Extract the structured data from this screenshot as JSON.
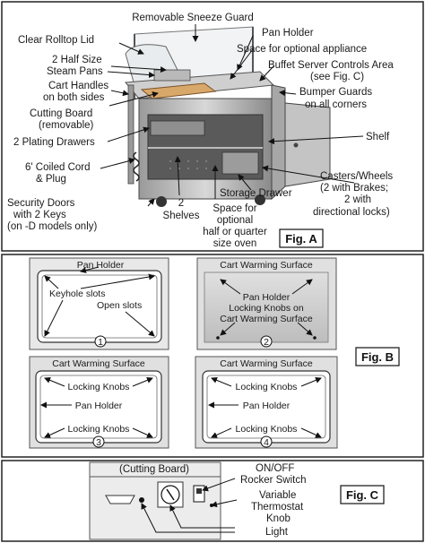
{
  "figA": {
    "tag": "Fig. A",
    "labels": {
      "sneeze_guard": "Removable Sneeze Guard",
      "rolltop_lid": "Clear Rolltop Lid",
      "pan_holder": "Pan Holder",
      "half_pans_1": "2 Half Size",
      "half_pans_2": "Steam Pans",
      "space_appliance": "Space for optional appliance",
      "buffet_controls_1": "Buffet Server Controls Area",
      "buffet_controls_2": "(see Fig. C)",
      "handles_1": "Cart Handles",
      "handles_2": "on both sides",
      "bumper_1": "Bumper Guards",
      "bumper_2": "on all corners",
      "cutting_board_1": "Cutting Board",
      "cutting_board_2": "(removable)",
      "plating_drawers": "2 Plating Drawers",
      "shelf": "Shelf",
      "cord_1": "6' Coiled Cord",
      "cord_2": "& Plug",
      "casters_1": "Casters/Wheels",
      "casters_2": "(2 with Brakes;",
      "casters_3": "2 with",
      "casters_4": "directional locks)",
      "storage_drawer": "Storage Drawer",
      "security_1": "Security Doors",
      "security_2": "with 2 Keys",
      "security_3": "(on -D models only)",
      "shelves_1": "2",
      "shelves_2": "Shelves",
      "oven_1": "Space for",
      "oven_2": "optional",
      "oven_3": "half or quarter",
      "oven_4": "size oven"
    }
  },
  "figB": {
    "tag": "Fig. B",
    "panel1": {
      "pan_holder": "Pan Holder",
      "keyhole": "Keyhole slots",
      "open": "Open slots",
      "number": "1"
    },
    "panel2": {
      "title": "Cart Warming Surface",
      "line1": "Pan Holder",
      "line2": "Locking Knobs on",
      "line3": "Cart Warming Surface",
      "number": "2"
    },
    "panel3": {
      "title": "Cart Warming Surface",
      "knobs_top": "Locking Knobs",
      "pan_holder": "Pan Holder",
      "knobs_bottom": "Locking Knobs",
      "number": "3"
    },
    "panel4": {
      "title": "Cart Warming Surface",
      "knobs_top": "Locking Knobs",
      "pan_holder": "Pan Holder",
      "knobs_bottom": "Locking Knobs",
      "number": "4"
    }
  },
  "figC": {
    "tag": "Fig. C",
    "cutting_board": "(Cutting Board)",
    "switch_1": "ON/OFF",
    "switch_2": "Rocker Switch",
    "thermo_1": "Variable",
    "thermo_2": "Thermostat",
    "thermo_3": "Knob",
    "light": "Light"
  }
}
